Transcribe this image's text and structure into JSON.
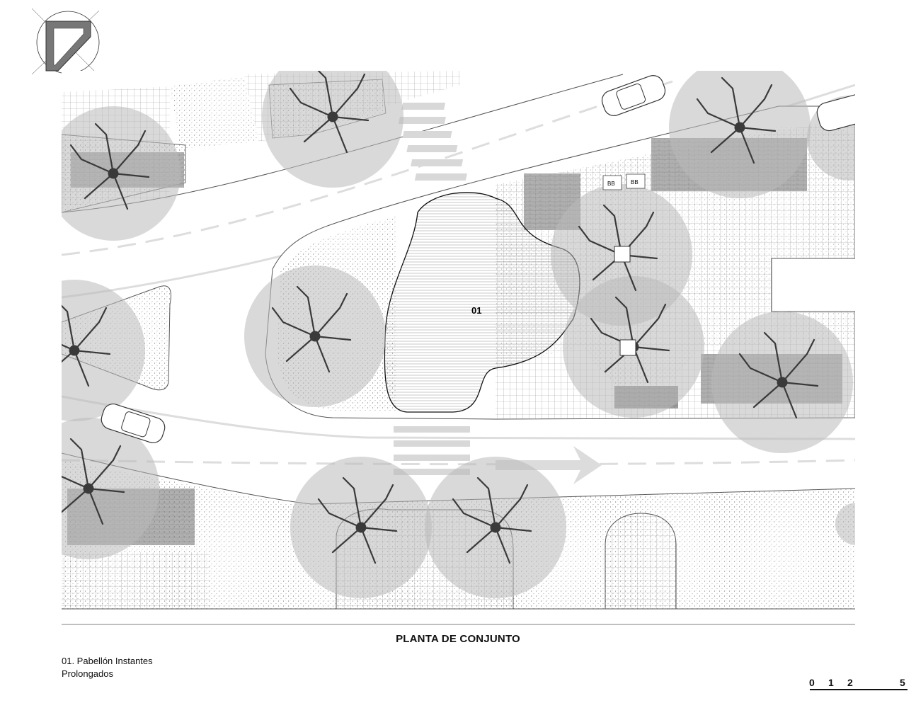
{
  "drawing": {
    "title": "PLANTA DE CONJUNTO",
    "pavilion_label": "01",
    "bicycle_label": "BB",
    "legend": {
      "line1": "01. Pabellón Instantes",
      "line2": "Prolongados"
    },
    "scale": {
      "ticks": [
        "0",
        "1",
        "2",
        "5"
      ]
    },
    "colors": {
      "tree_canopy": "#b9b9b9",
      "tree_branch": "#3a3a3a",
      "line": "#555555",
      "road_marking": "#d8d8d8",
      "paper": "#ffffff"
    }
  }
}
